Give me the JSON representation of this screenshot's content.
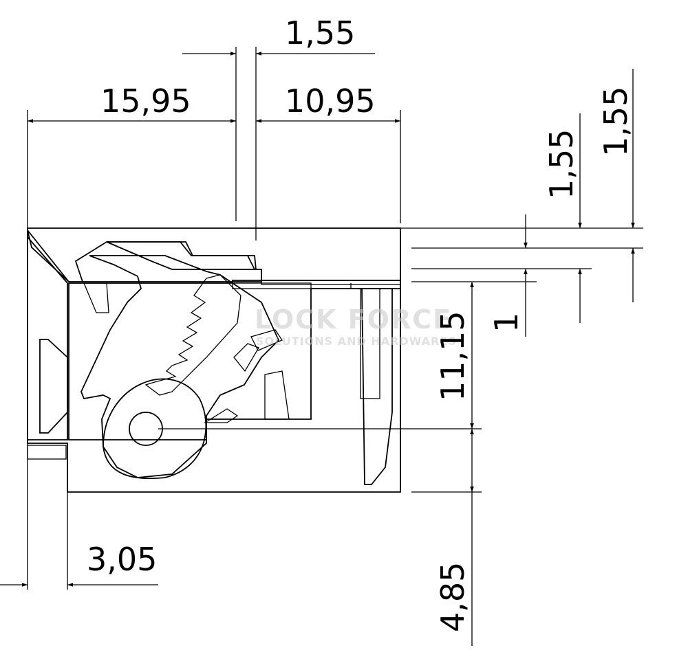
{
  "dimensions": {
    "top_gap": "1,55",
    "left_width": "15,95",
    "right_width": "10,95",
    "right_offset_a": "1,55",
    "right_offset_b": "1,55",
    "step": "1",
    "height": "11,15",
    "bottom_offset": "4,85",
    "left_margin": "3,05"
  },
  "watermark": {
    "line1": "LOCK FORCE",
    "line2": "SOLUTIONS AND HARDWARES"
  }
}
